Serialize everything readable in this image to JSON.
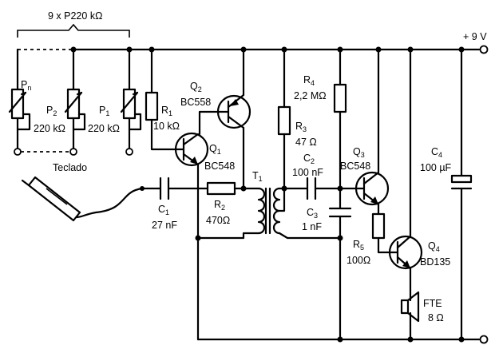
{
  "supply": {
    "label": "+ 9 V"
  },
  "pots_group": {
    "label": "9 x P220 kΩ"
  },
  "keyboard": {
    "label": "Teclado"
  },
  "components": {
    "pn": {
      "name": "P",
      "sub": "n"
    },
    "p2": {
      "name": "P",
      "sub": "2",
      "value": "220 kΩ"
    },
    "p1": {
      "name": "P",
      "sub": "1",
      "value": "220 kΩ"
    },
    "r1": {
      "name": "R",
      "sub": "1",
      "value": "10 kΩ"
    },
    "q2": {
      "name": "Q",
      "sub": "2",
      "value": "BC558"
    },
    "q1": {
      "name": "Q",
      "sub": "1",
      "value": "BC548"
    },
    "c1": {
      "name": "C",
      "sub": "1",
      "value": "27 nF"
    },
    "r2": {
      "name": "R",
      "sub": "2",
      "value": "470Ω"
    },
    "t1": {
      "name": "T",
      "sub": "1"
    },
    "r4": {
      "name": "R",
      "sub": "4",
      "value": "2,2 MΩ"
    },
    "r3": {
      "name": "R",
      "sub": "3",
      "value": "47 Ω"
    },
    "c2": {
      "name": "C",
      "sub": "2",
      "value": "100 nF"
    },
    "c3": {
      "name": "C",
      "sub": "3",
      "value": "1 nF"
    },
    "q3": {
      "name": "Q",
      "sub": "3",
      "value": "BC548"
    },
    "r5": {
      "name": "R",
      "sub": "5",
      "value": "100Ω"
    },
    "q4": {
      "name": "Q",
      "sub": "4",
      "value": "BD135"
    },
    "c4": {
      "name": "C",
      "sub": "4",
      "value": "100 µF"
    },
    "fte": {
      "name": "FTE",
      "value": "8 Ω"
    }
  }
}
